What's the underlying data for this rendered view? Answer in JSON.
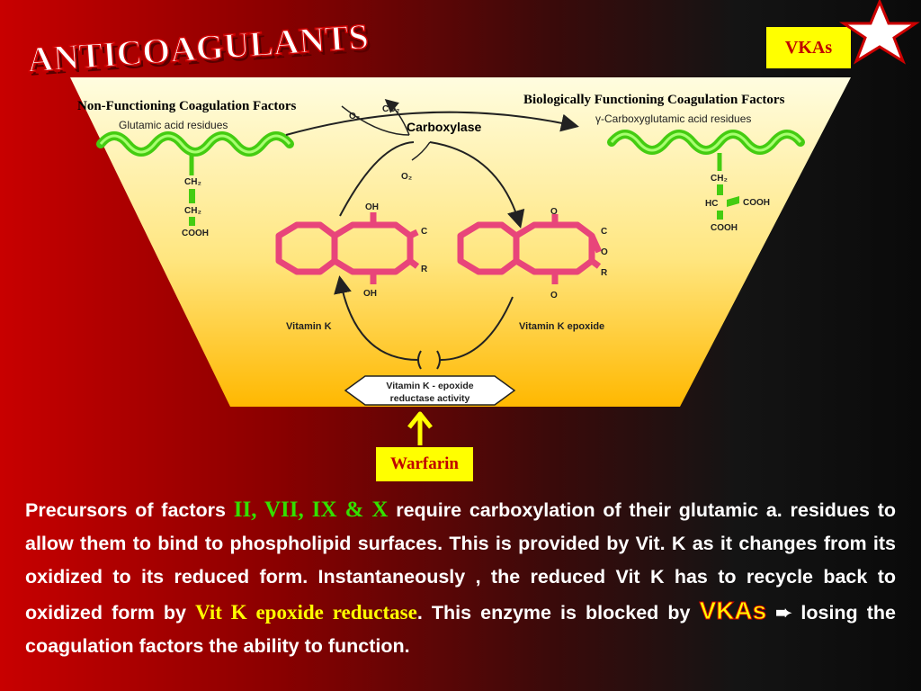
{
  "slide": {
    "title": "ANTICOAGULANTS",
    "badge": "VKAs",
    "warfarin": "Warfarin"
  },
  "diagram": {
    "non_functioning": "Non-Functioning Coagulation Factors",
    "functioning": "Biologically Functioning Coagulation Factors",
    "glutamic": "Glutamic acid residues",
    "gamma": "γ-Carboxyglutamic acid residues",
    "carboxylase": "Carboxylase",
    "o2_in": "O₂",
    "co2": "CO₂",
    "o2_down": "O₂",
    "ch2_a": "CH₂",
    "ch2_b": "CH₂",
    "cooh_left": "COOH",
    "ch2_right": "CH₂",
    "hc": "HC",
    "cooh_r1": "COOH",
    "cooh_r2": "COOH",
    "oh_top": "OH",
    "oh_bottom": "OH",
    "c_left": "C",
    "r_left": "R",
    "o_top": "O",
    "c_right": "C",
    "o_mid": "O",
    "r_right": "R",
    "o_bottom": "O",
    "vitk": "Vitamin K",
    "vitk_epoxide": "Vitamin K epoxide",
    "reductase_line1": "Vitamin K - epoxide",
    "reductase_line2": "reductase activity"
  },
  "paragraph": {
    "p1": "Precursors of factors ",
    "factors": "II, VII, IX & X",
    "p2": " require carboxylation of their glutamic a. residues to allow them to bind to phospholipid surfaces. This is provided by Vit. K as it changes from its oxidized to its reduced form. Instantaneously , the reduced Vit K has to recycle back to oxidized form by ",
    "enzyme": "Vit K epoxide reductase",
    "p3": ". This enzyme is blocked by ",
    "vkas": "VKAs",
    "arrow": " ➨ ",
    "p4": "losing the coagulation factors the ability to  function."
  },
  "colors": {
    "panel_top": "#fffde0",
    "panel_bottom": "#ffb800",
    "ring": "#e8457a",
    "helix": "#55dd22",
    "badge_bg": "#ffff00",
    "badge_text": "#c00000"
  }
}
